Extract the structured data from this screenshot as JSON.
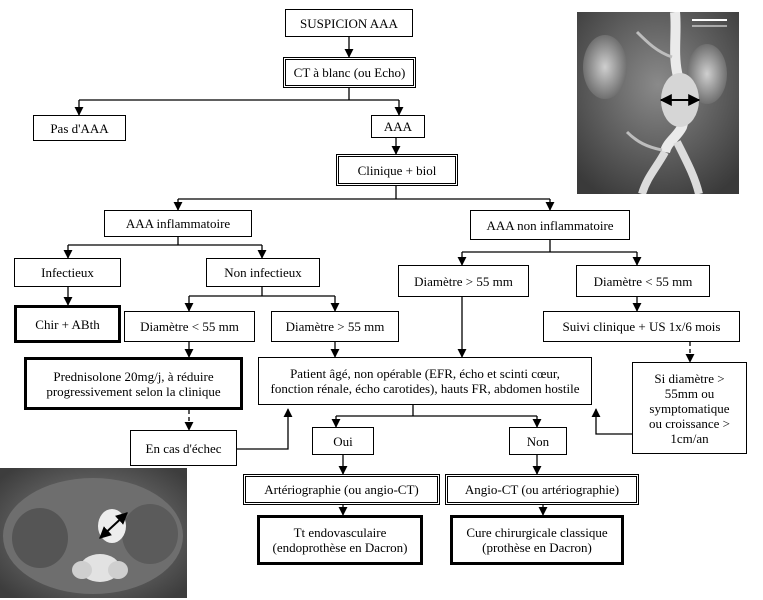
{
  "diagram": {
    "suspicion": "SUSPICION AAA",
    "ct_blanc": "CT à blanc (ou Echo)",
    "pas_aaa": "Pas d'AAA",
    "aaa": "AAA",
    "clinique_biol": "Clinique + biol",
    "inflammatoire": "AAA inflammatoire",
    "non_inflammatoire": "AAA non inflammatoire",
    "infectieux": "Infectieux",
    "non_infectieux": "Non infectieux",
    "chir_abth": "Chir + ABth",
    "diam_lt55_left": "Diamètre < 55 mm",
    "diam_ge55_left": "Diamètre > 55 mm",
    "diam_gt55_right": "Diamètre > 55 mm",
    "diam_lt55_right": "Diamètre < 55 mm",
    "prednisolone": "Prednisolone 20mg/j, à réduire progressivement selon la clinique",
    "en_cas_echec": "En cas d'échec",
    "patient_age": "Patient âgé, non opérable (EFR, écho et scinti cœur, fonction rénale, écho carotides), hauts FR, abdomen hostile",
    "suivi_clinique": "Suivi clinique + US 1x/6 mois",
    "si_diametre": "Si diamètre > 55mm ou symptomatique ou croissance > 1cm/an",
    "oui": "Oui",
    "non": "Non",
    "arteriographie": "Artériographie (ou angio-CT)",
    "angio_ct": "Angio-CT (ou artériographie)",
    "tt_endovasculaire": "Tt endovasculaire (endoprothèse en Dacron)",
    "cure_chirurgicale": "Cure chirurgicale classique (prothèse en Dacron)"
  }
}
